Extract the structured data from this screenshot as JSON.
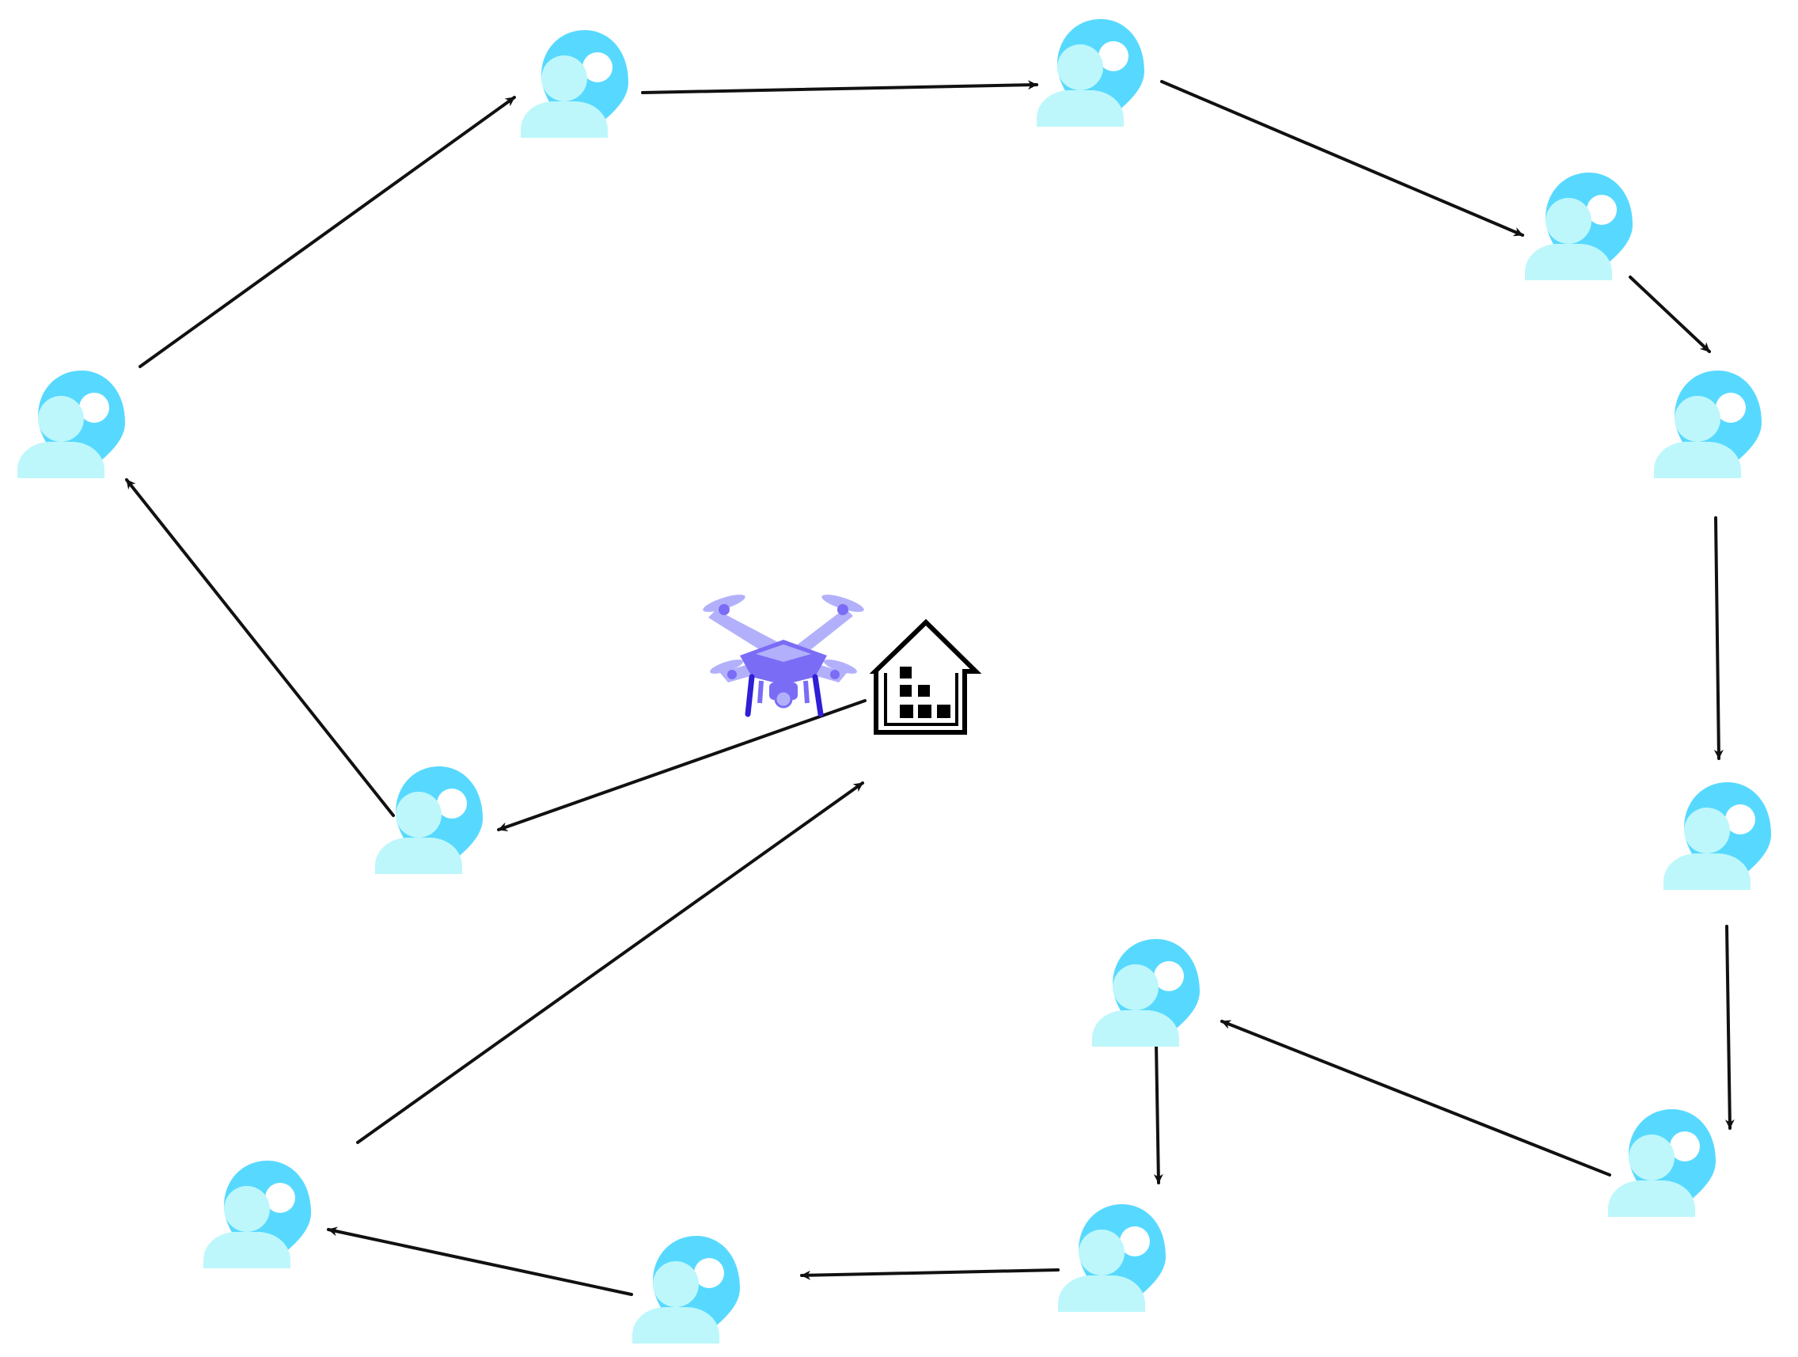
{
  "diagram": {
    "background": "#ffffff",
    "colors": {
      "pin": "#57d9ff",
      "pin_hole": "#ffffff",
      "person": "#bdf7fb",
      "arrow": "#111111",
      "drone_main": "#7b6cf6",
      "drone_light": "#b3b0fb",
      "drone_dark": "#2f1fd6",
      "depot": "#000000"
    },
    "nodes": [
      {
        "id": "n1",
        "icon": "user-location-icon"
      },
      {
        "id": "n2",
        "icon": "user-location-icon"
      },
      {
        "id": "n3",
        "icon": "user-location-icon"
      },
      {
        "id": "n4",
        "icon": "user-location-icon"
      },
      {
        "id": "n5",
        "icon": "user-location-icon"
      },
      {
        "id": "n6",
        "icon": "user-location-icon"
      },
      {
        "id": "n7",
        "icon": "user-location-icon"
      },
      {
        "id": "n8",
        "icon": "user-location-icon"
      },
      {
        "id": "n9",
        "icon": "user-location-icon"
      },
      {
        "id": "n10",
        "icon": "user-location-icon"
      },
      {
        "id": "n11",
        "icon": "user-location-icon"
      },
      {
        "id": "n12",
        "icon": "user-location-icon"
      }
    ],
    "depot": {
      "icon": "warehouse-icon"
    },
    "drone": {
      "icon": "drone-icon"
    },
    "route": [
      "depot",
      "n1",
      "n2",
      "n3",
      "n4",
      "n5",
      "n6",
      "n7",
      "n8",
      "n9",
      "n10",
      "n11",
      "n12",
      "depot"
    ]
  }
}
